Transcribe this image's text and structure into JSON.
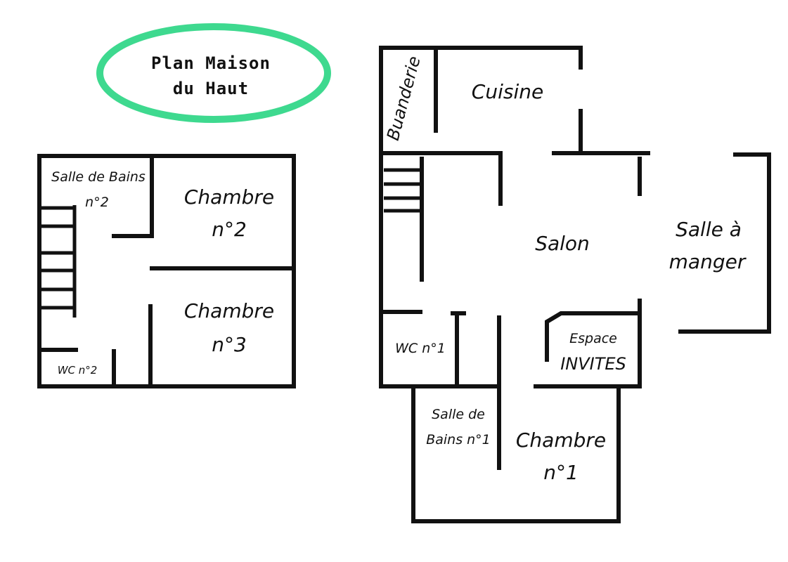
{
  "title": {
    "line1": "Plan Maison",
    "line2": "du Haut",
    "border_color": "#3ed98f"
  },
  "upper_floor": {
    "rooms": {
      "salle_de_bains_2": {
        "line1": "Salle de  Bains",
        "line2": "n°2"
      },
      "chambre_2": {
        "line1": "Chambre",
        "line2": "n°2"
      },
      "chambre_3": {
        "line1": "Chambre",
        "line2": "n°3"
      },
      "wc_2": {
        "line1": "WC n°2"
      }
    }
  },
  "ground_floor": {
    "rooms": {
      "buanderie": {
        "line1": "Buanderie"
      },
      "cuisine": {
        "line1": "Cuisine"
      },
      "salon": {
        "line1": "Salon"
      },
      "salle_a_manger": {
        "line1": "Salle à",
        "line2": "manger"
      },
      "wc_1": {
        "line1": "WC n°1"
      },
      "espace_invites": {
        "line1": "Espace",
        "line2": "INVITES"
      },
      "salle_de_bains_1": {
        "line1": "Salle de",
        "line2": "Bains n°1"
      },
      "chambre_1": {
        "line1": "Chambre",
        "line2": "n°1"
      }
    }
  }
}
